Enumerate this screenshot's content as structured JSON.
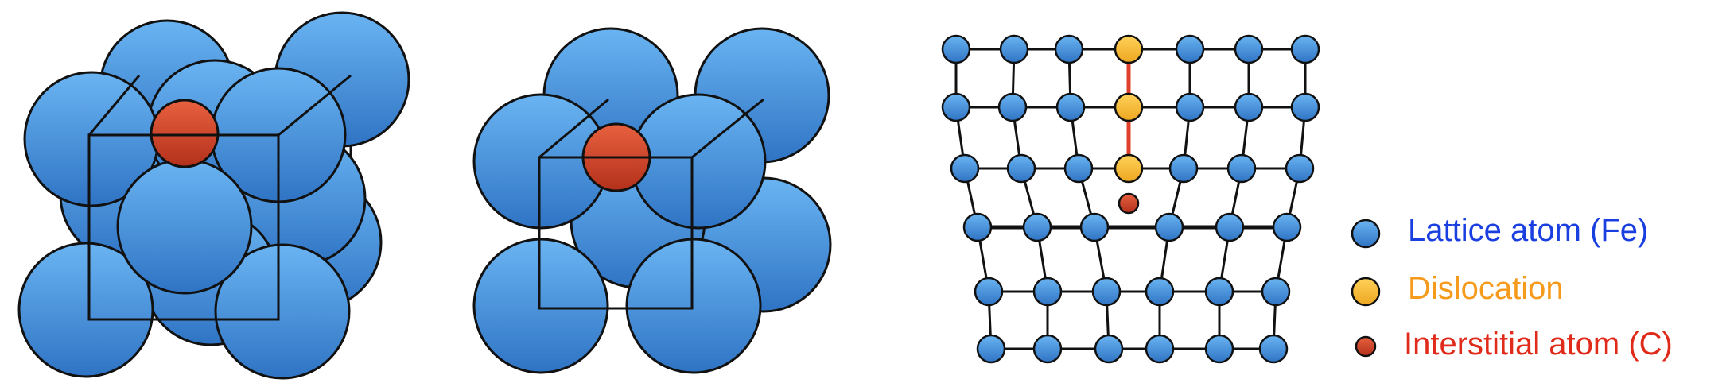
{
  "colors": {
    "lattice": "#3f8fde",
    "dislocation": "#f5b731",
    "interstitial": "#d9432b",
    "lattice_text": "#1a3fe0",
    "dislocation_text": "#f59a1a",
    "interstitial_text": "#e02a1a",
    "outline": "#111111"
  },
  "legend": {
    "lattice_label": "Lattice atom (Fe)",
    "dislocation_label": "Dislocation",
    "interstitial_label": "Interstitial atom (C)"
  }
}
